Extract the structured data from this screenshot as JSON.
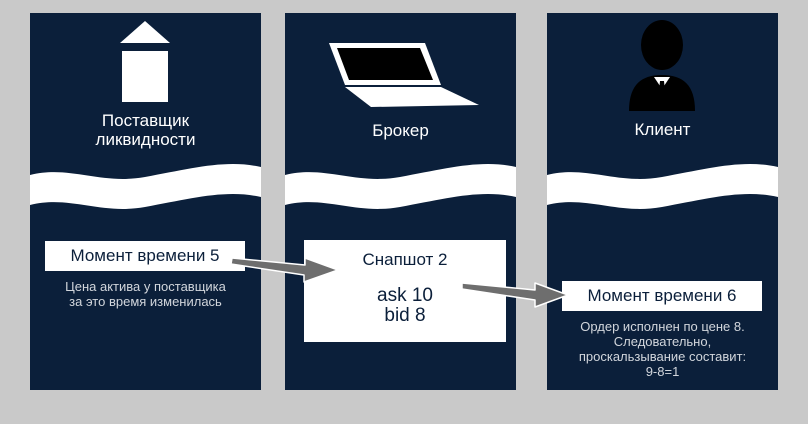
{
  "panels": [
    {
      "title": "Поставщик\nликвидности",
      "icon": "house-arrow-icon",
      "moment_label": "Момент времени 5",
      "note": "Цена актива у поставщика\nза это время изменилась"
    },
    {
      "title": "Брокер",
      "icon": "laptop-icon",
      "snapshot_title": "Снапшот 2",
      "ask": "ask 10",
      "bid": "bid 8"
    },
    {
      "title": "Клиент",
      "icon": "person-silhouette-icon",
      "moment_label": "Момент времени 6",
      "note": "Ордер исполнен по цене 8.\nСледовательно,\nпроскальзывание составит:\n9-8=1"
    }
  ],
  "colors": {
    "panel_bg": "#0b1f3a",
    "page_bg": "#c9c9c9",
    "arrow": "#6e6e6e"
  }
}
